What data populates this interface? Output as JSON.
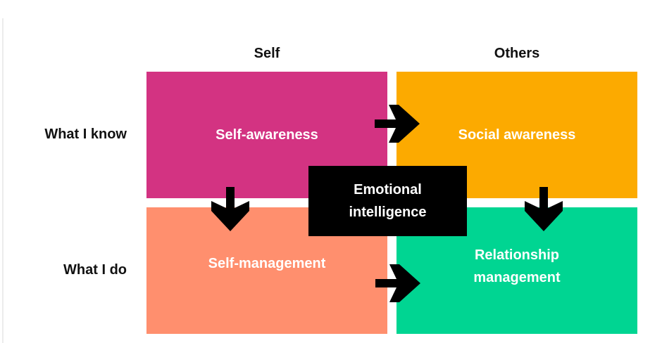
{
  "columns": [
    {
      "label": "Self"
    },
    {
      "label": "Others"
    }
  ],
  "rows": [
    {
      "label": "What I know"
    },
    {
      "label": "What I do"
    }
  ],
  "quadrants": [
    {
      "id": "self-awareness",
      "lines": [
        "Self-awareness"
      ],
      "color": "#D33382"
    },
    {
      "id": "social-awareness",
      "lines": [
        "Social awareness"
      ],
      "color": "#FCAA00"
    },
    {
      "id": "self-management",
      "lines": [
        "Self-management"
      ],
      "color": "#FF8F6E"
    },
    {
      "id": "relationship-management",
      "lines": [
        "Relationship",
        "management"
      ],
      "color": "#00D592"
    }
  ],
  "center": {
    "lines": [
      "Emotional",
      "intelligence"
    ],
    "color": "#000000"
  },
  "arrows": [
    {
      "from": "self-awareness",
      "to": "social-awareness",
      "direction": "right"
    },
    {
      "from": "self-awareness",
      "to": "self-management",
      "direction": "down"
    },
    {
      "from": "social-awareness",
      "to": "relationship-management",
      "direction": "down"
    },
    {
      "from": "self-management",
      "to": "relationship-management",
      "direction": "right"
    }
  ]
}
